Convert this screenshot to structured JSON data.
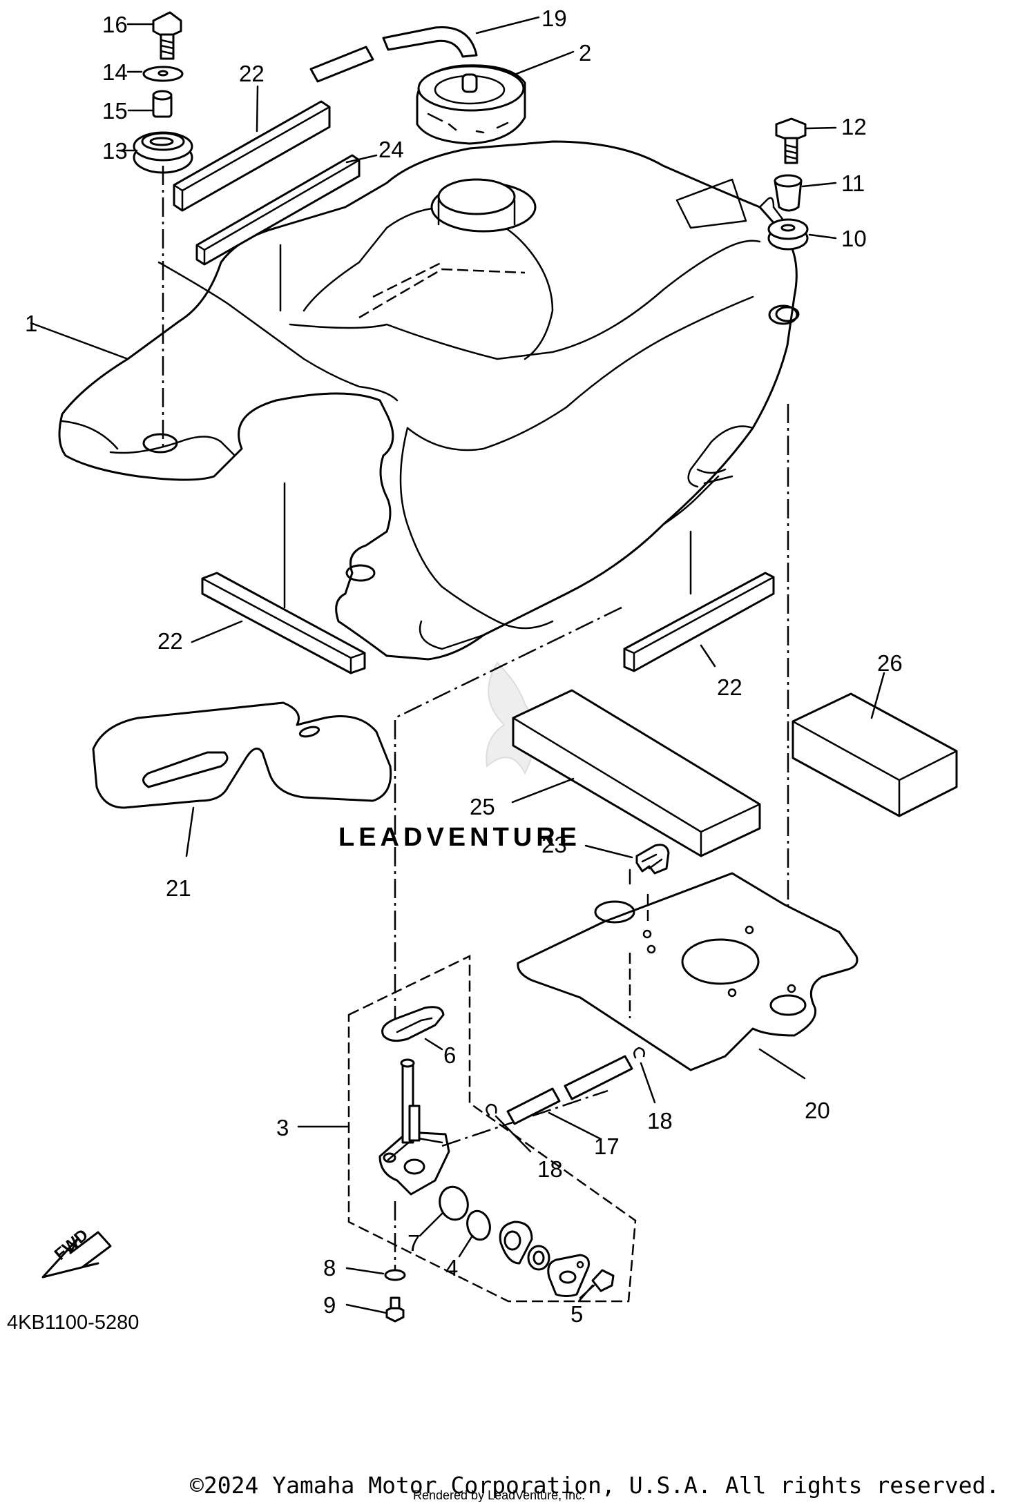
{
  "diagram": {
    "part_numbers": [
      "1",
      "2",
      "3",
      "4",
      "5",
      "6",
      "7",
      "8",
      "9",
      "10",
      "11",
      "12",
      "13",
      "14",
      "15",
      "16",
      "17",
      "18",
      "18",
      "19",
      "20",
      "21",
      "22",
      "22",
      "22",
      "24",
      "23",
      "25",
      "26"
    ],
    "fwd_label": "FWD",
    "figure_code": "4KB1100-5280",
    "copyright": "©2024 Yamaha Motor Corporation, U.S.A. All rights reserved.",
    "watermark": "LEADVENTURE",
    "rendered_by": "Rendered by LeadVenture, Inc."
  }
}
